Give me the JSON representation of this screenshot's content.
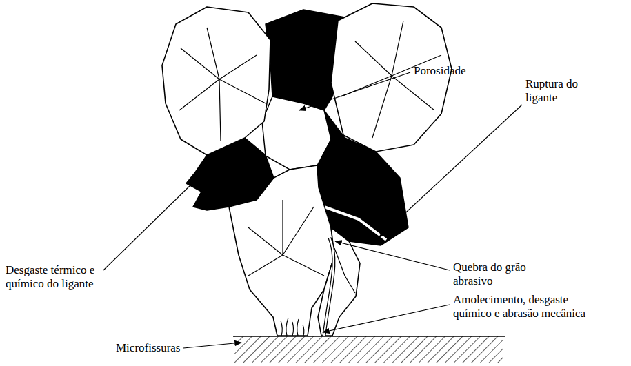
{
  "diagram": {
    "labels": [
      "Porosidade",
      "Ruptura do ligante",
      "Desgaste térmico e químico do ligante",
      "Quebra do grão abrasivo",
      "Amolecimento, desgaste químico e abrasão mecânica",
      "Microfissuras"
    ]
  }
}
